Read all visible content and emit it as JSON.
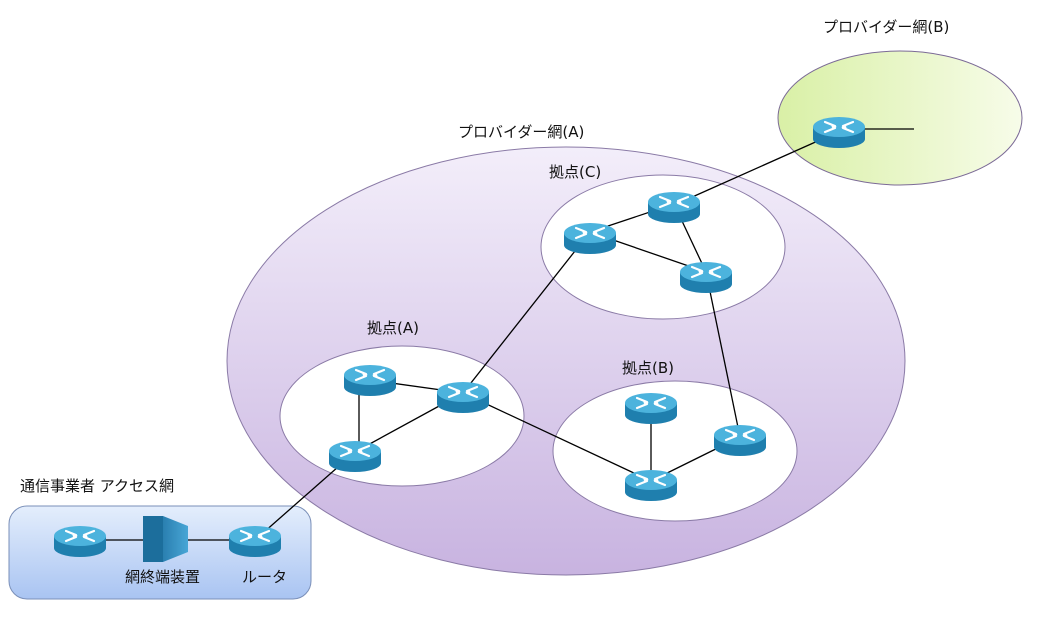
{
  "labels": {
    "provider_b": "プロバイダー網(B)",
    "provider_a": "プロバイダー網(A)",
    "site_a": "拠点(A)",
    "site_b": "拠点(B)",
    "site_c": "拠点(C)",
    "access": "通信事業者 アクセス網",
    "onu": "網終端装置",
    "router": "ルータ"
  },
  "colors": {
    "router_top": "#4fb6dc",
    "router_side": "#1f86b4",
    "provider_a_fill": "#d7c6eb",
    "provider_b_fill": "#eaf7c4",
    "access_fill": "#c3d7f7"
  }
}
